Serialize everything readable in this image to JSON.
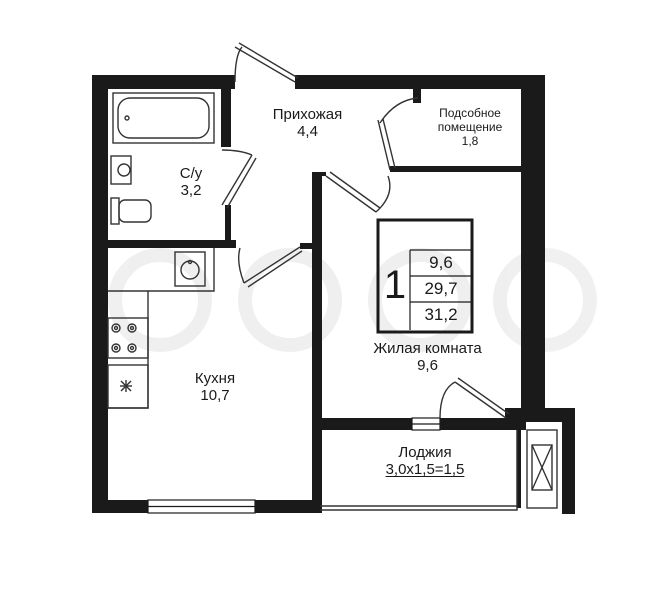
{
  "rooms": {
    "hallway": {
      "name": "Прихожая",
      "area": "4,4"
    },
    "storage": {
      "name_line1": "Подсобное",
      "name_line2": "помещение",
      "area": "1,8"
    },
    "bathroom": {
      "name": "С/у",
      "area": "3,2"
    },
    "kitchen": {
      "name": "Кухня",
      "area": "10,7"
    },
    "living": {
      "name": "Жилая комната",
      "area": "9,6"
    },
    "loggia": {
      "name": "Лоджия",
      "area": "3,0x1,5=1,5"
    }
  },
  "legend": {
    "rooms_count": "1",
    "living_area": "9,6",
    "total_area": "29,7",
    "total_with_loggia": "31,2"
  },
  "colors": {
    "wall": "#1a1a1a",
    "line": "#333333",
    "window": "#9a9a9a"
  }
}
